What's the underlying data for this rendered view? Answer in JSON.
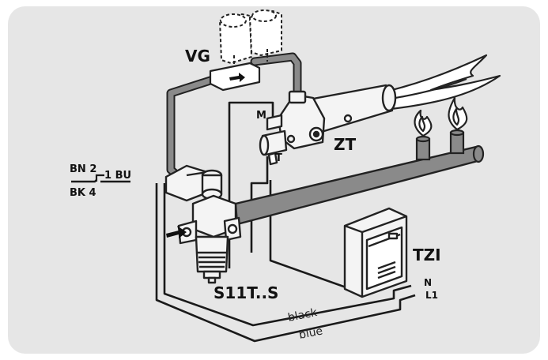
{
  "labels": {
    "vg": "VG",
    "zt": "ZT",
    "tzi": "TZI",
    "s11t": "S11T..S",
    "m": "M",
    "t": "T",
    "bn2": "BN 2",
    "bu1": "1 BU",
    "bk4": "BK 4",
    "n": "N",
    "l1": "L1",
    "black": "black",
    "blue": "blue"
  },
  "colors": {
    "panel": "#e6e6e6",
    "pipe": "#8a8a8a",
    "pipe_outline": "#222222",
    "wire": "#1a1a1a",
    "metal": "#f4f4f4"
  }
}
